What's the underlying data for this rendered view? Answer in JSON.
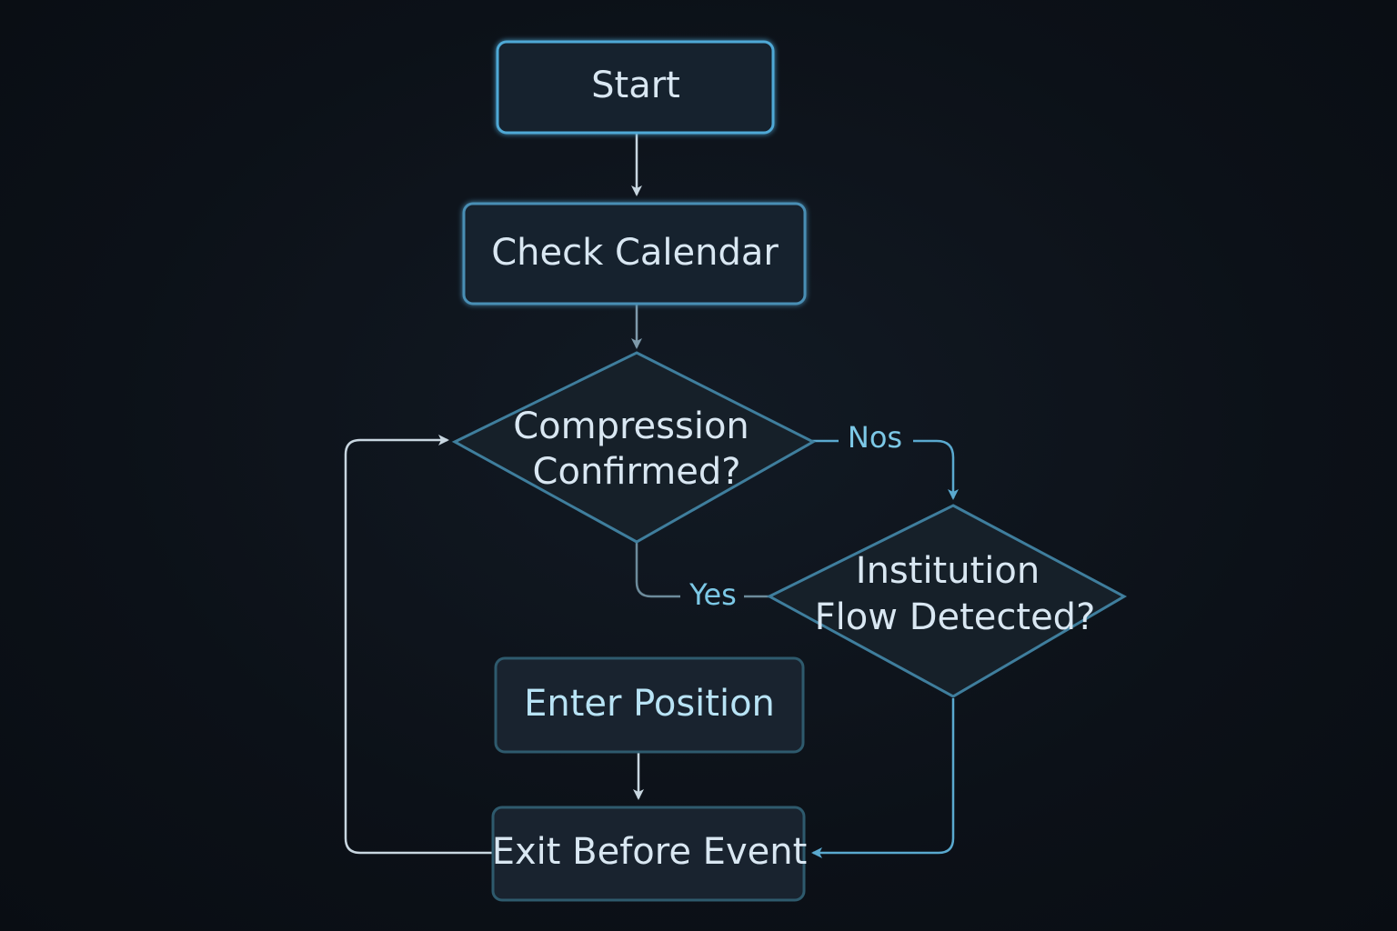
{
  "nodes": {
    "start": {
      "label": "Start"
    },
    "check_calendar": {
      "label": "Check Calendar"
    },
    "compression": {
      "lines": [
        "Compression",
        "Confirmed?"
      ]
    },
    "institution": {
      "lines": [
        "Institution",
        "Flow Detected?"
      ]
    },
    "enter_position": {
      "label": "Enter Position"
    },
    "exit_before_event": {
      "label": "Exit Before Event"
    }
  },
  "edges": {
    "no_label": "Nos",
    "yes_label": "Yes"
  },
  "colors": {
    "background": "#0d1219",
    "box_fill": "#19232f",
    "accent_border": "#4fa9d6",
    "muted_border": "#3a6d84",
    "arrow": "#c8d6e0",
    "label_cyan": "#7cc8e6",
    "text": "#d9e7f2"
  }
}
